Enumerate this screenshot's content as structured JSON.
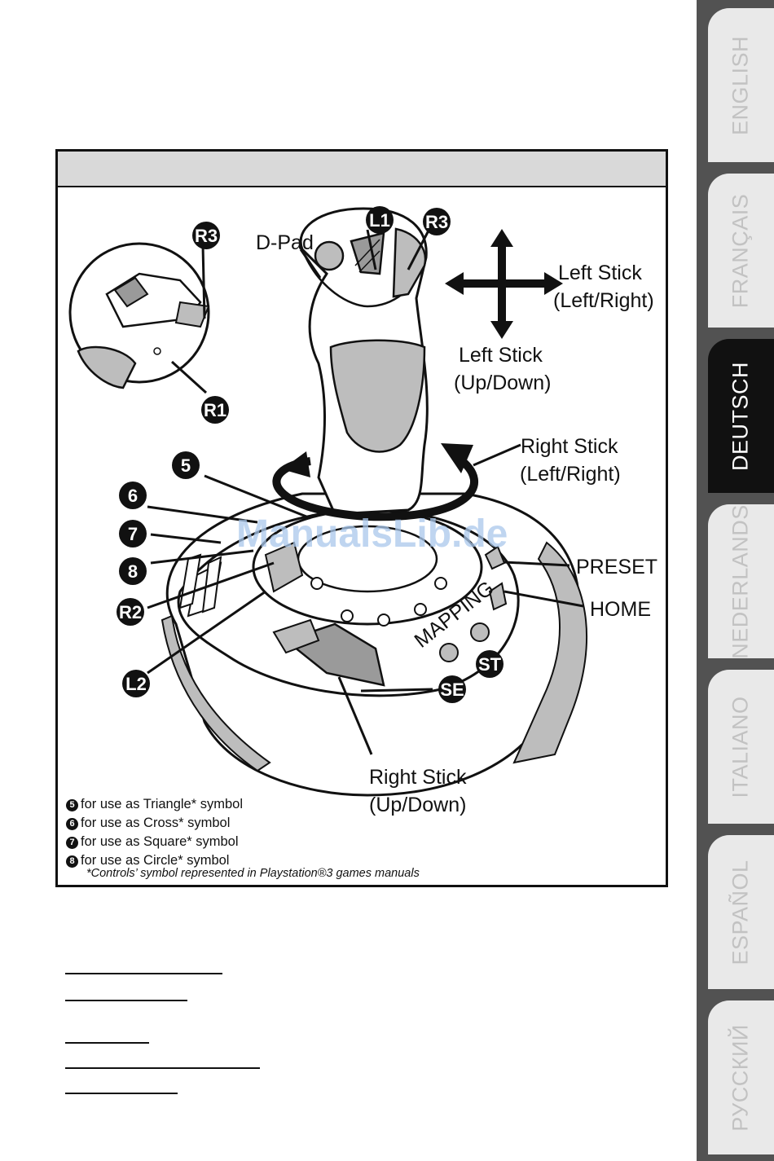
{
  "figure": {
    "callouts": {
      "dpad": "D-Pad",
      "left_stick_lr_1": "Left Stick",
      "left_stick_lr_2": "(Left/Right)",
      "left_stick_ud_1": "Left Stick",
      "left_stick_ud_2": "(Up/Down)",
      "right_stick_lr_1": "Right Stick",
      "right_stick_lr_2": "(Left/Right)",
      "right_stick_ud_1": "Right Stick",
      "right_stick_ud_2": "(Up/Down)",
      "preset": "PRESET",
      "home": "HOME",
      "mapping": "MAPPING"
    },
    "badges": {
      "l1": "L1",
      "r3_top": "R3",
      "r3_inset": "R3",
      "r1": "R1",
      "b5": "5",
      "b6": "6",
      "b7": "7",
      "b8": "8",
      "r2": "R2",
      "l2": "L2",
      "se": "SE",
      "st": "ST"
    },
    "notes": [
      {
        "num": "5",
        "text": "for use as Triangle* symbol"
      },
      {
        "num": "6",
        "text": "for use as Cross* symbol"
      },
      {
        "num": "7",
        "text": "for use as Square* symbol"
      },
      {
        "num": "8",
        "text": "for use as Circle* symbol"
      }
    ],
    "footnote": "*Controls’ symbol represented in Playstation®3 games manuals"
  },
  "watermark": "ManualsLib.de",
  "language_tabs": [
    "ENGLISH",
    "FRANÇAIS",
    "DEUTSCH",
    "NEDERLANDS",
    "ITALIANO",
    "ESPAÑOL",
    "РУССКИЙ"
  ],
  "active_tab": "DEUTSCH"
}
